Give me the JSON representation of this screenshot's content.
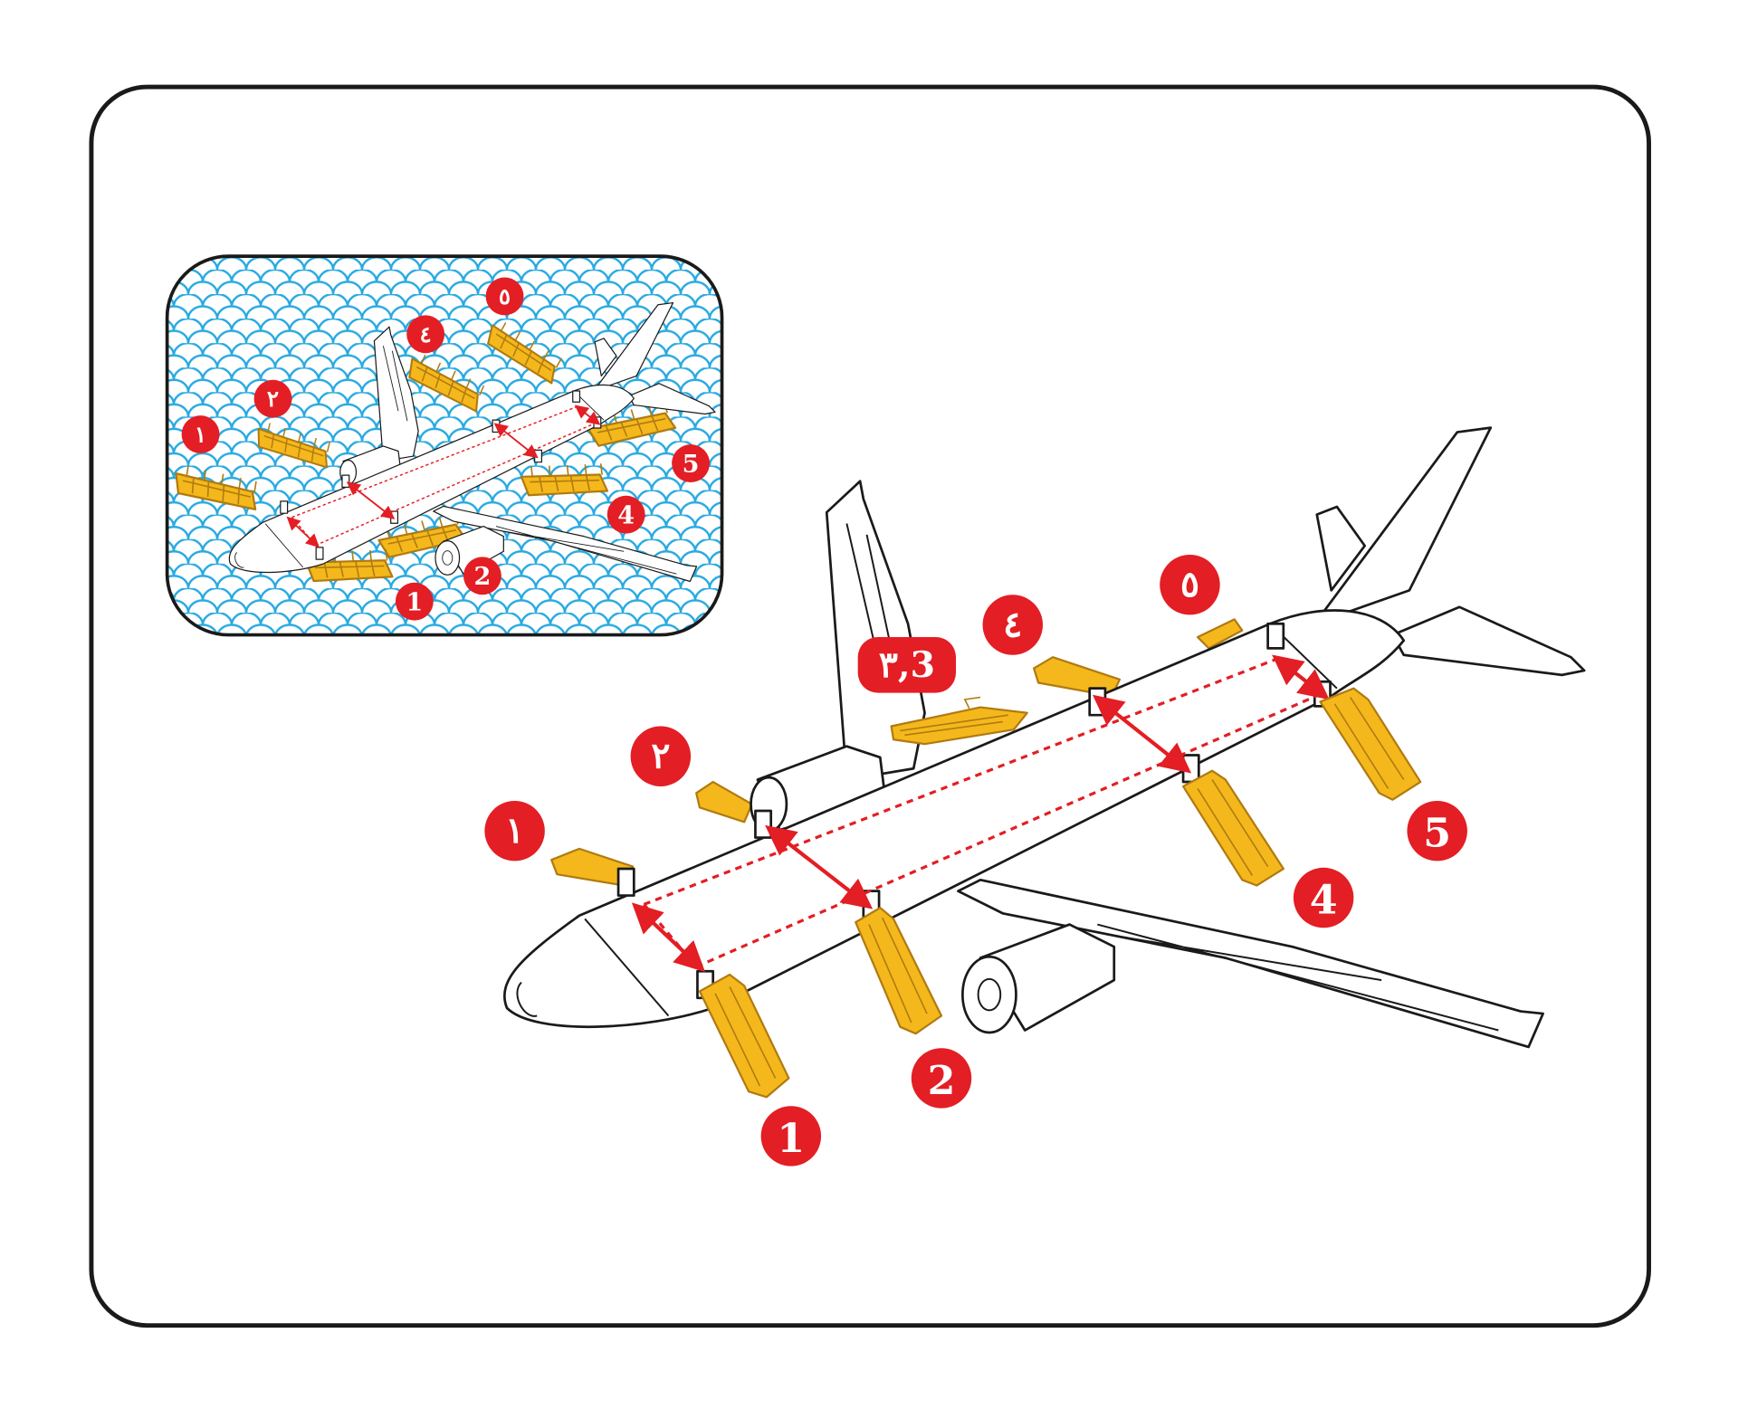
{
  "colors": {
    "badge": "#e31e24",
    "slide": "#f4b81c",
    "water": "#29aae1",
    "frame": "#1a1a1a"
  },
  "main": {
    "badges": {
      "ar1": "١",
      "ar2": "٢",
      "ar34": "٣,3",
      "ar4": "٤",
      "ar5": "٥",
      "en1": "1",
      "en2": "2",
      "en4": "4",
      "en5": "5"
    }
  },
  "inset": {
    "badges": {
      "ar1": "١",
      "ar2": "٢",
      "ar4": "٤",
      "ar5": "٥",
      "en1": "1",
      "en2": "2",
      "en4": "4",
      "en5": "5"
    }
  }
}
